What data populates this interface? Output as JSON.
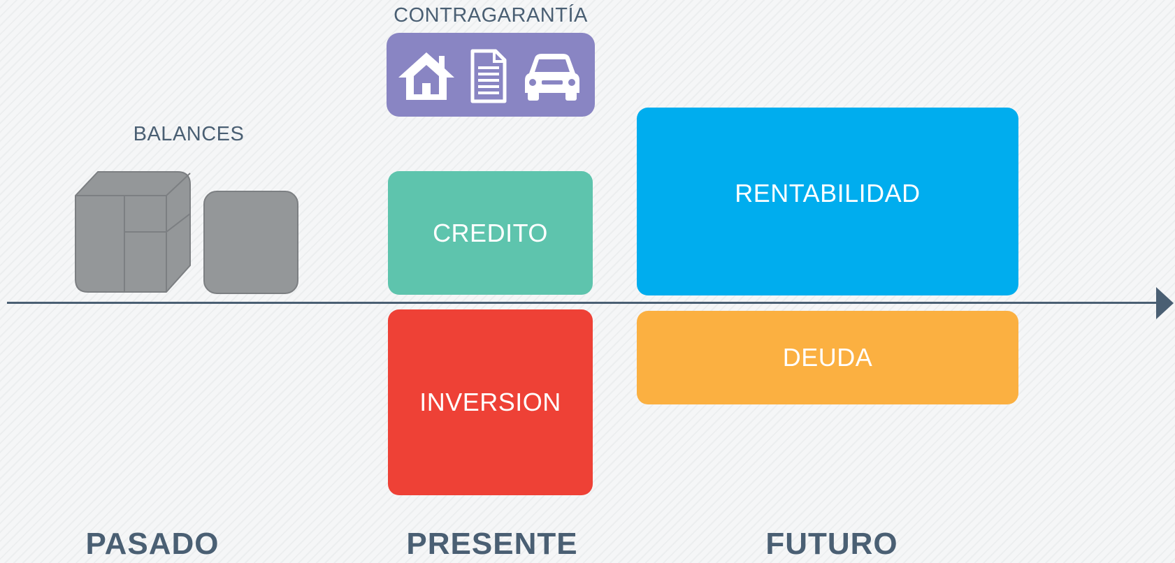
{
  "labels": {
    "contragarantia": "CONTRAGARANTÍA",
    "balances": "BALANCES",
    "pasado": "PASADO",
    "presente": "PRESENTE",
    "futuro": "FUTURO"
  },
  "boxes": {
    "credito": "CREDITO",
    "inversion": "INVERSION",
    "rentabilidad": "RENTABILIDAD",
    "deuda": "DEUDA"
  },
  "icons": {
    "collateral": [
      "house-icon",
      "document-icon",
      "car-icon"
    ],
    "balances": [
      "balance-cube-icon",
      "balance-block-icon"
    ]
  },
  "colors": {
    "axis": "#4a5f73",
    "label": "#4a5f73",
    "collateral": "#8985c3",
    "credito": "#5ec4ad",
    "inversion": "#ee4136",
    "rentabilidad": "#00adee",
    "deuda": "#fbb041",
    "balances": "#949799"
  }
}
